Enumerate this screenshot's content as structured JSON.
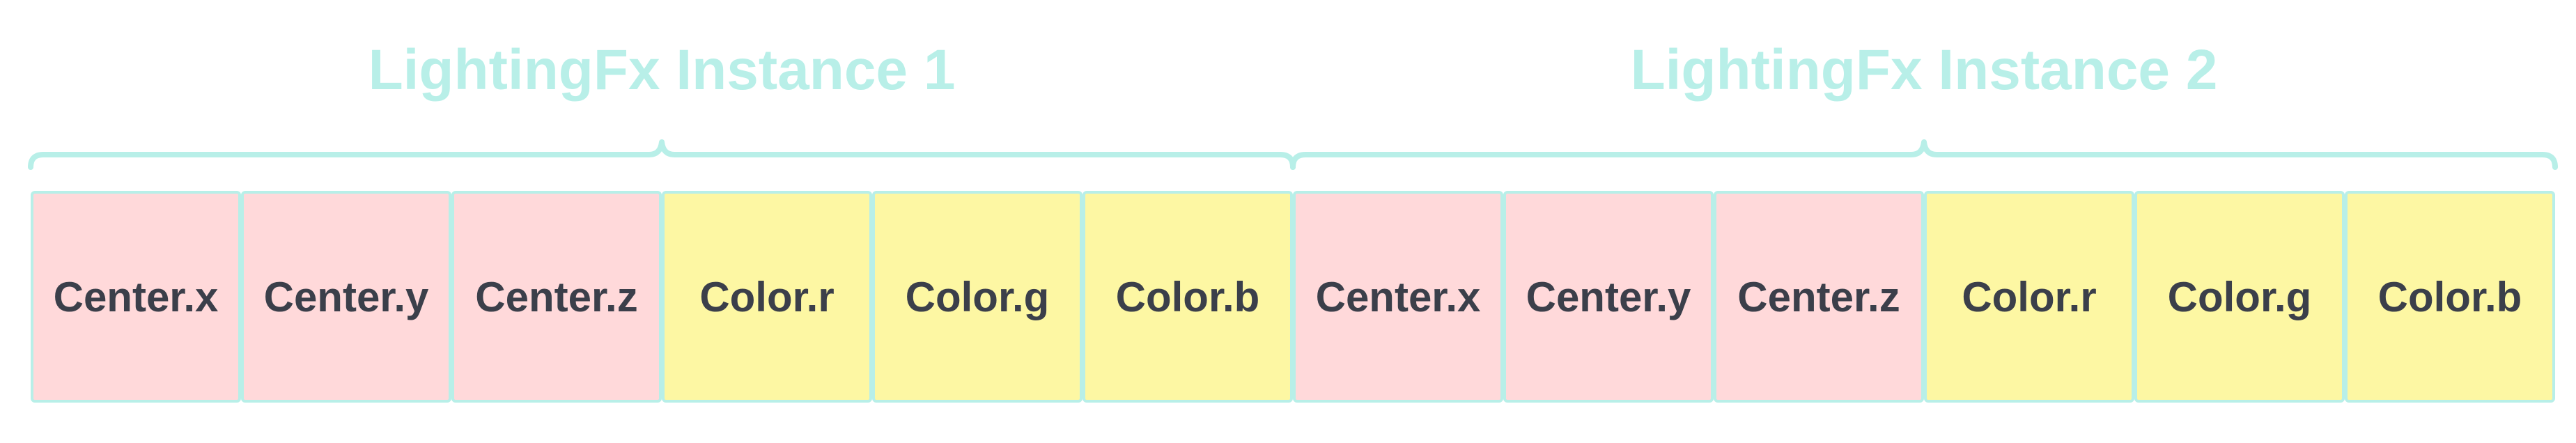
{
  "instances": [
    {
      "title": "LightingFx Instance 1",
      "cells": [
        {
          "label": "Center.x",
          "kind": "center"
        },
        {
          "label": "Center.y",
          "kind": "center"
        },
        {
          "label": "Center.z",
          "kind": "center"
        },
        {
          "label": "Color.r",
          "kind": "color"
        },
        {
          "label": "Color.g",
          "kind": "color"
        },
        {
          "label": "Color.b",
          "kind": "color"
        }
      ]
    },
    {
      "title": "LightingFx Instance 2",
      "cells": [
        {
          "label": "Center.x",
          "kind": "center"
        },
        {
          "label": "Center.y",
          "kind": "center"
        },
        {
          "label": "Center.z",
          "kind": "center"
        },
        {
          "label": "Color.r",
          "kind": "color"
        },
        {
          "label": "Color.g",
          "kind": "color"
        },
        {
          "label": "Color.b",
          "kind": "color"
        }
      ]
    }
  ],
  "colors": {
    "accent": "#b8efe8",
    "center_fill": "#ffd9da",
    "color_fill": "#fdf7a3",
    "text": "#3b3f4a"
  }
}
